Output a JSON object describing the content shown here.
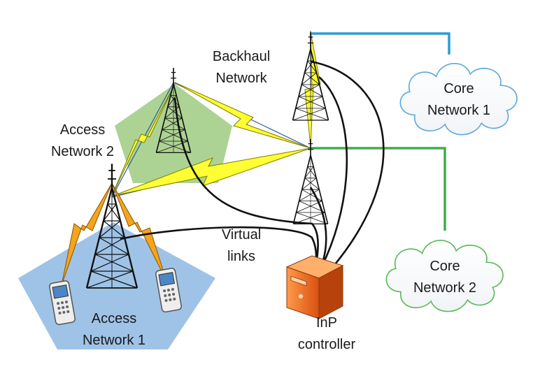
{
  "labels": {
    "backhaul": [
      "Backhaul",
      "Network"
    ],
    "access2": [
      "Access",
      "Network 2"
    ],
    "access1": [
      "Access",
      "Network 1"
    ],
    "core1": [
      "Core",
      "Network 1"
    ],
    "core2": [
      "Core",
      "Network 2"
    ],
    "virtual": [
      "Virtual",
      "links"
    ],
    "controller": [
      "InP",
      "controller"
    ]
  },
  "colors": {
    "access1_fill": "#9fc3e7",
    "access2_fill": "#a9d18e",
    "core1_link": "#2e9bd6",
    "core2_link": "#3fae49",
    "core1_cloud_stroke": "#5aa9dc",
    "core2_cloud_stroke": "#5bb85a",
    "wireless_backhaul": "#ffff33",
    "wireless_access": "#f4a51c",
    "virtual_link": "#111111",
    "controller": "#e8621c"
  },
  "icons": [
    "tower-icon",
    "cloud-icon",
    "mobile-phone-icon",
    "server-icon",
    "lightning-link-icon"
  ]
}
